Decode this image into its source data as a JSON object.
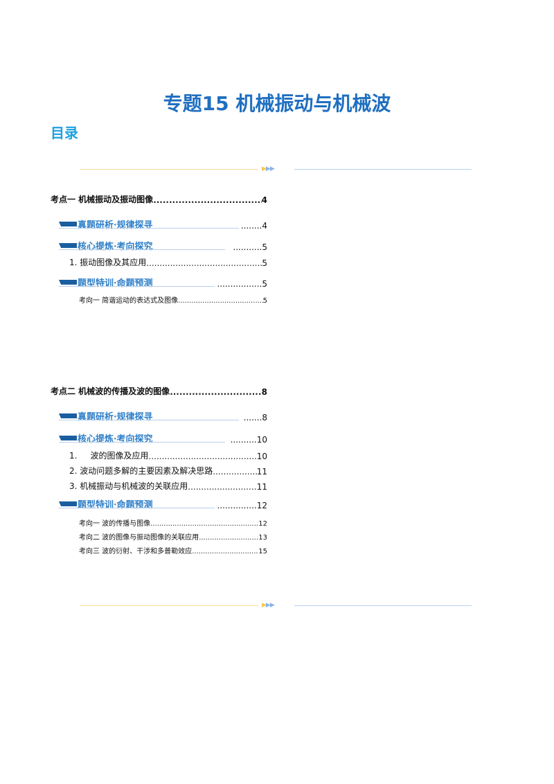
{
  "title": "专题15  机械振动与机械波",
  "toc_heading": "目录",
  "sections": [
    {
      "label": "考点一  机械振动及振动图像",
      "dots": "......................................",
      "page": "4",
      "banners": [
        {
          "label": "真题研析·规律探寻",
          "dots": "........",
          "page": "4"
        },
        {
          "label": "核心提炼·考向探究",
          "dots": "...........",
          "page": "5"
        },
        {
          "label": "题型特训·命题预测",
          "dots": ".................",
          "page": "5"
        }
      ],
      "items": [
        {
          "label": "1. 振动图像及其应用",
          "page": "5"
        }
      ],
      "subitems": [
        {
          "label": "考向一  简谐运动的表达式及图像",
          "page": "5"
        }
      ]
    },
    {
      "label": "考点二  机械波的传播及波的图像",
      "dots": "..............................",
      "page": "8",
      "banners": [
        {
          "label": "真题研析·规律探寻",
          "dots": ".......",
          "page": "8"
        },
        {
          "label": "核心提炼·考向探究",
          "dots": "..........",
          "page": "10"
        },
        {
          "label": "题型特训·命题预测",
          "dots": "...............",
          "page": "12"
        }
      ],
      "items": [
        {
          "label": "1.     波的图像及应用",
          "page": "10"
        },
        {
          "label": "2. 波动问题多解的主要因素及解决思路",
          "page": "11"
        },
        {
          "label": "3. 机械振动与机械波的关联应用",
          "page": "11"
        }
      ],
      "subitems": [
        {
          "label": "考向一  波的传播与图像",
          "page": "12"
        },
        {
          "label": "考向二  波的图像与振动图像的关联应用",
          "page": "13"
        },
        {
          "label": "考向三  波的衍射、干涉和多普勒效应",
          "page": "15"
        }
      ]
    }
  ]
}
